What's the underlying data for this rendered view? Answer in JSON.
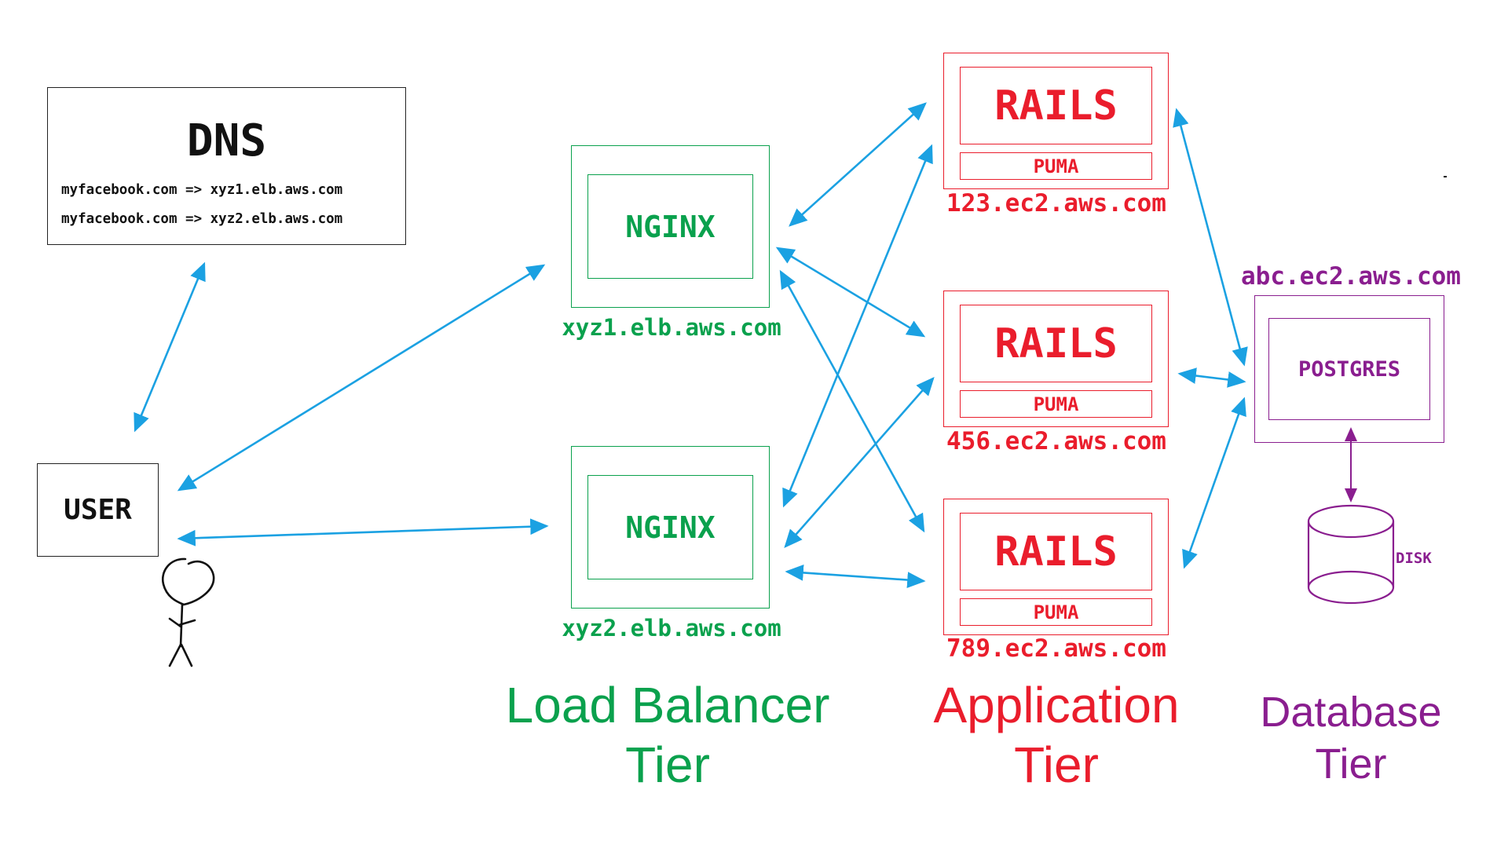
{
  "dns": {
    "title": "DNS",
    "records": [
      "myfacebook.com => xyz1.elb.aws.com",
      "myfacebook.com => xyz2.elb.aws.com"
    ]
  },
  "user": {
    "label": "USER"
  },
  "load_balancers": [
    {
      "label": "NGINX",
      "host": "xyz1.elb.aws.com"
    },
    {
      "label": "NGINX",
      "host": "xyz2.elb.aws.com"
    }
  ],
  "app_servers": [
    {
      "label": "RAILS",
      "sublabel": "PUMA",
      "host": "123.ec2.aws.com"
    },
    {
      "label": "RAILS",
      "sublabel": "PUMA",
      "host": "456.ec2.aws.com"
    },
    {
      "label": "RAILS",
      "sublabel": "PUMA",
      "host": "789.ec2.aws.com"
    }
  ],
  "database": {
    "label": "POSTGRES",
    "host": "abc.ec2.aws.com",
    "disk_label": "DISK"
  },
  "tiers": {
    "load_balancer": "Load Balancer\nTier",
    "application": "Application\nTier",
    "database": "Database\nTier"
  },
  "colors": {
    "arrow": "#1ba1e2",
    "load_balancer": "#0aa14d",
    "application": "#ea1d2c",
    "database": "#8a1e8f",
    "neutral": "#111111"
  }
}
